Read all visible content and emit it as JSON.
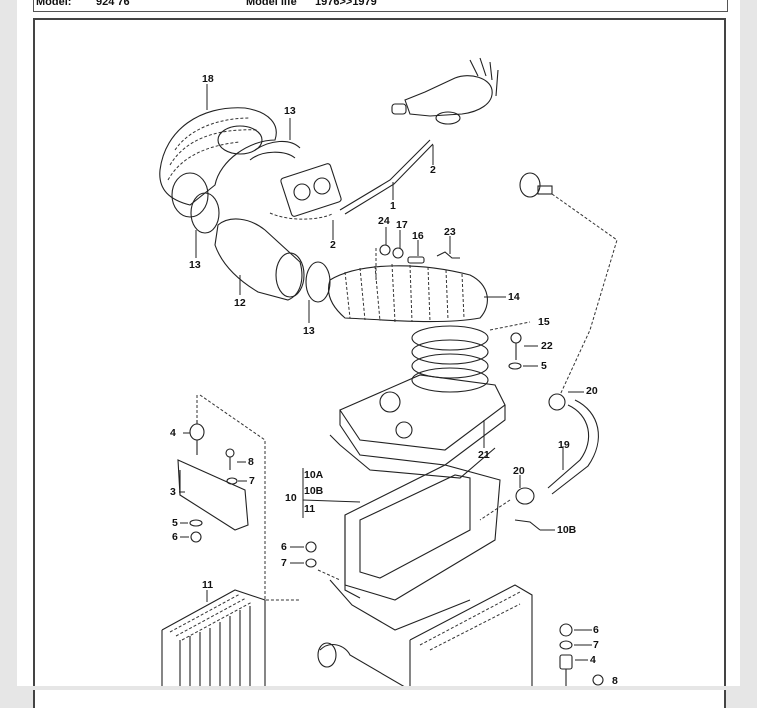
{
  "header": {
    "model_label": "Model:",
    "model_value": "924 76",
    "model_life_label": "Model life",
    "model_life_value": "1976>>1979"
  },
  "diagram": {
    "title": "Air intake / air cleaner assembly",
    "callouts": [
      {
        "id": "c18",
        "text": "18"
      },
      {
        "id": "c13a",
        "text": "13"
      },
      {
        "id": "c13b",
        "text": "13"
      },
      {
        "id": "c13c",
        "text": "13"
      },
      {
        "id": "c2a",
        "text": "2"
      },
      {
        "id": "c2b",
        "text": "2"
      },
      {
        "id": "c1",
        "text": "1"
      },
      {
        "id": "c12",
        "text": "12"
      },
      {
        "id": "c24",
        "text": "24"
      },
      {
        "id": "c17",
        "text": "17"
      },
      {
        "id": "c16",
        "text": "16"
      },
      {
        "id": "c23",
        "text": "23"
      },
      {
        "id": "c14",
        "text": "14"
      },
      {
        "id": "c15",
        "text": "15"
      },
      {
        "id": "c22",
        "text": "22"
      },
      {
        "id": "c5a",
        "text": "5"
      },
      {
        "id": "c20a",
        "text": "20"
      },
      {
        "id": "c19",
        "text": "19"
      },
      {
        "id": "c21",
        "text": "21"
      },
      {
        "id": "c20b",
        "text": "20"
      },
      {
        "id": "c10Bb",
        "text": "10B"
      },
      {
        "id": "c4a",
        "text": "4"
      },
      {
        "id": "c8a",
        "text": "8"
      },
      {
        "id": "c7a",
        "text": "7"
      },
      {
        "id": "c3",
        "text": "3"
      },
      {
        "id": "c5b",
        "text": "5"
      },
      {
        "id": "c6a",
        "text": "6"
      },
      {
        "id": "c10",
        "text": "10"
      },
      {
        "id": "c10A",
        "text": "10A"
      },
      {
        "id": "c10B",
        "text": "10B"
      },
      {
        "id": "c11a",
        "text": "11"
      },
      {
        "id": "c6b",
        "text": "6"
      },
      {
        "id": "c7b",
        "text": "7"
      },
      {
        "id": "c11b",
        "text": "11"
      },
      {
        "id": "c6c",
        "text": "6"
      },
      {
        "id": "c7c",
        "text": "7"
      },
      {
        "id": "c4b",
        "text": "4"
      },
      {
        "id": "c8b",
        "text": "8"
      }
    ]
  }
}
